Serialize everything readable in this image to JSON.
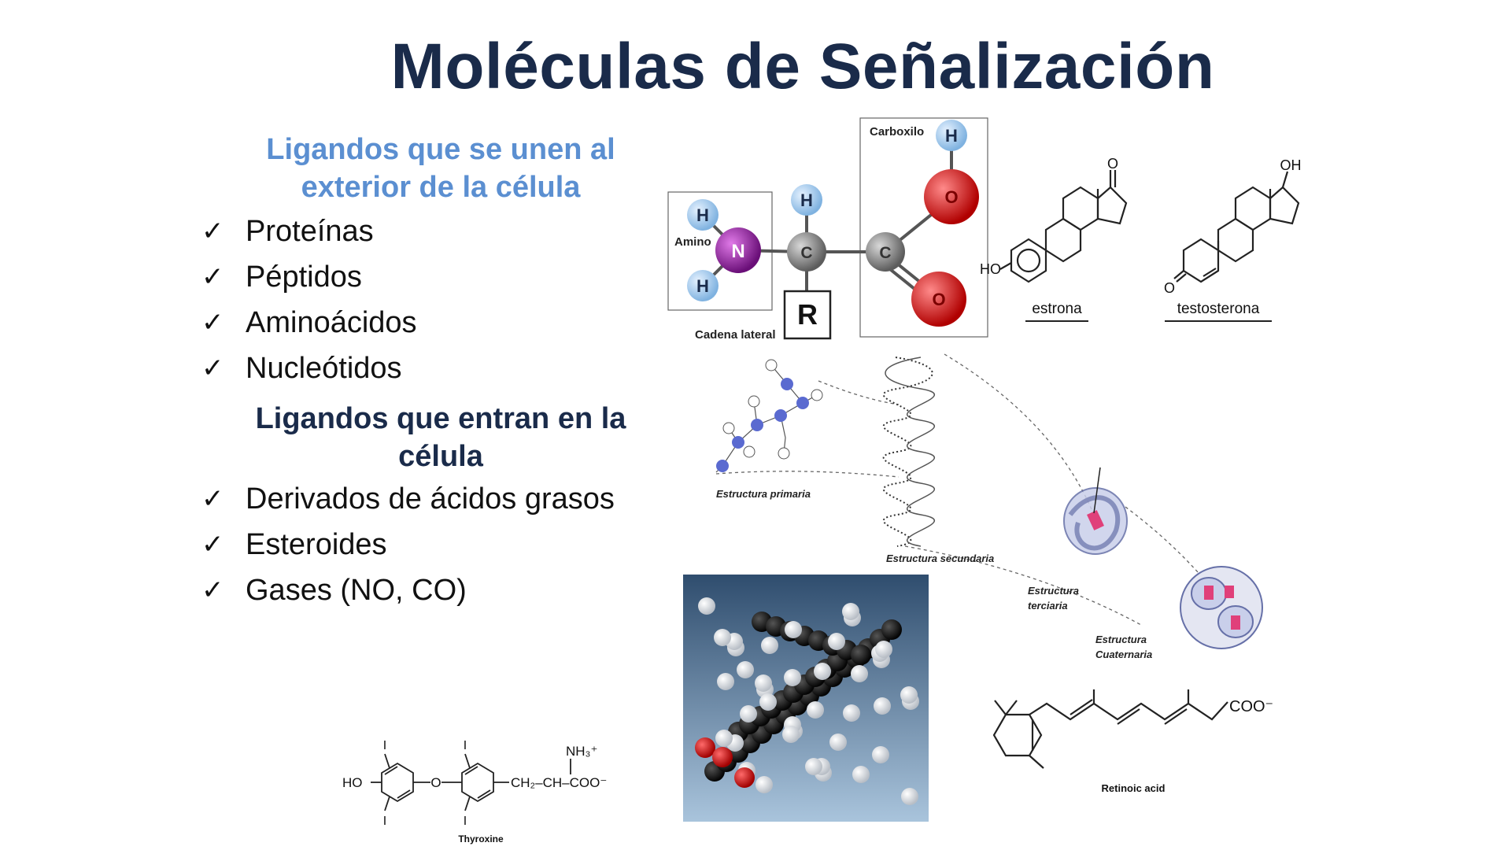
{
  "slide": {
    "title": "Moléculas de Señalización",
    "section_exterior": {
      "heading": "Ligandos que se unen al exterior de la célula",
      "items": [
        "Proteínas",
        "Péptidos",
        "Aminoácidos",
        "Nucleótidos"
      ]
    },
    "section_interior": {
      "heading": "Ligandos que entran en la célula",
      "items": [
        "Derivados de ácidos grasos",
        "Esteroides",
        "Gases (NO, CO)"
      ]
    },
    "check_glyph": "✓"
  },
  "amino_acid": {
    "amino_label": "Amino",
    "carboxyl_label": "Carboxilo",
    "side_chain_label": "Cadena lateral",
    "r_label": "R",
    "h": "H",
    "n": "N",
    "c": "C",
    "o": "O"
  },
  "steroids": {
    "estrona": "estrona",
    "testosterona": "testosterona",
    "ho": "HO",
    "oh": "OH",
    "o": "O"
  },
  "protein_structure": {
    "primary": "Estructura primaria",
    "secondary": "Estructura secundaria",
    "tertiary_1": "Estructura",
    "tertiary_2": "terciaria",
    "quaternary_1": "Estructura",
    "quaternary_2": "Cuaternaria"
  },
  "thyroxine": {
    "name": "Thyroxine",
    "ho": "HO",
    "o": "O",
    "i": "I",
    "chain": "CH₂–CH–COO⁻",
    "nh3": "NH₃⁺"
  },
  "retinoic": {
    "name": "Retinoic acid",
    "coo": "COO⁻"
  },
  "colors": {
    "title": "#1a2b4a",
    "heading_exterior": "#5b8fd1",
    "heading_interior": "#1a2b4a",
    "nitrogen": "#8b1a9a",
    "oxygen": "#d81a1a",
    "carbon": "#8a8a8a",
    "hydrogen": "#7fb2e0"
  }
}
